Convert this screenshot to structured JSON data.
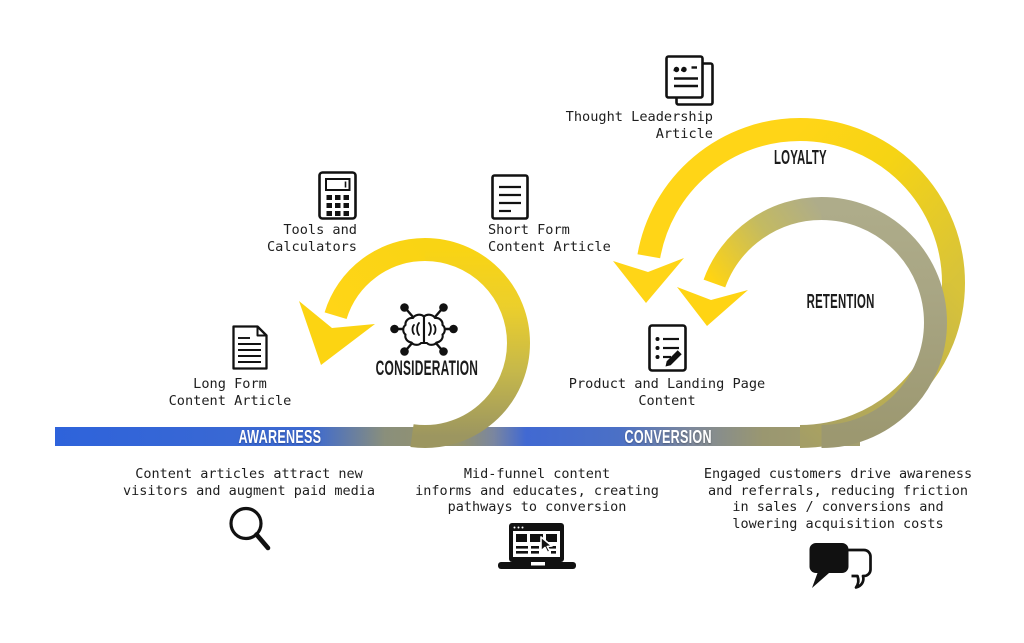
{
  "stages": {
    "awareness": "AWARENESS",
    "consideration": "CONSIDERATION",
    "conversion": "CONVERSION",
    "loyalty": "LOYALTY",
    "retention": "RETENTION"
  },
  "content_items": {
    "tools": {
      "icon": "calculator-icon",
      "label": "Tools and\nCalculators"
    },
    "short_form": {
      "icon": "short-form-article-icon",
      "label": "Short Form\nContent Article"
    },
    "long_form": {
      "icon": "long-form-article-icon",
      "label": "Long Form\nContent Article"
    },
    "thought_leadership": {
      "icon": "thought-leadership-article-icon",
      "label": "Thought Leadership\nArticle"
    },
    "product_landing": {
      "icon": "product-landing-page-icon",
      "label": "Product and Landing Page\nContent"
    }
  },
  "captions": {
    "awareness": {
      "icon": "magnifier-icon",
      "text": "Content articles attract new\nvisitors and augment paid media"
    },
    "conversion": {
      "icon": "laptop-browser-icon",
      "text": "Mid-funnel content\ninforms and educates, creating\npathways to conversion"
    },
    "loyalty": {
      "icon": "chat-bubbles-icon",
      "text": "Engaged customers drive awareness\nand referrals, reducing friction\nin sales / conversions and\nlowering acquisition costs"
    }
  },
  "colors": {
    "yellow": "#FFD517",
    "blue": "#2E63DB",
    "olive": "#A39E6F",
    "sage": "#ACAB88",
    "icon_black": "#111111"
  }
}
